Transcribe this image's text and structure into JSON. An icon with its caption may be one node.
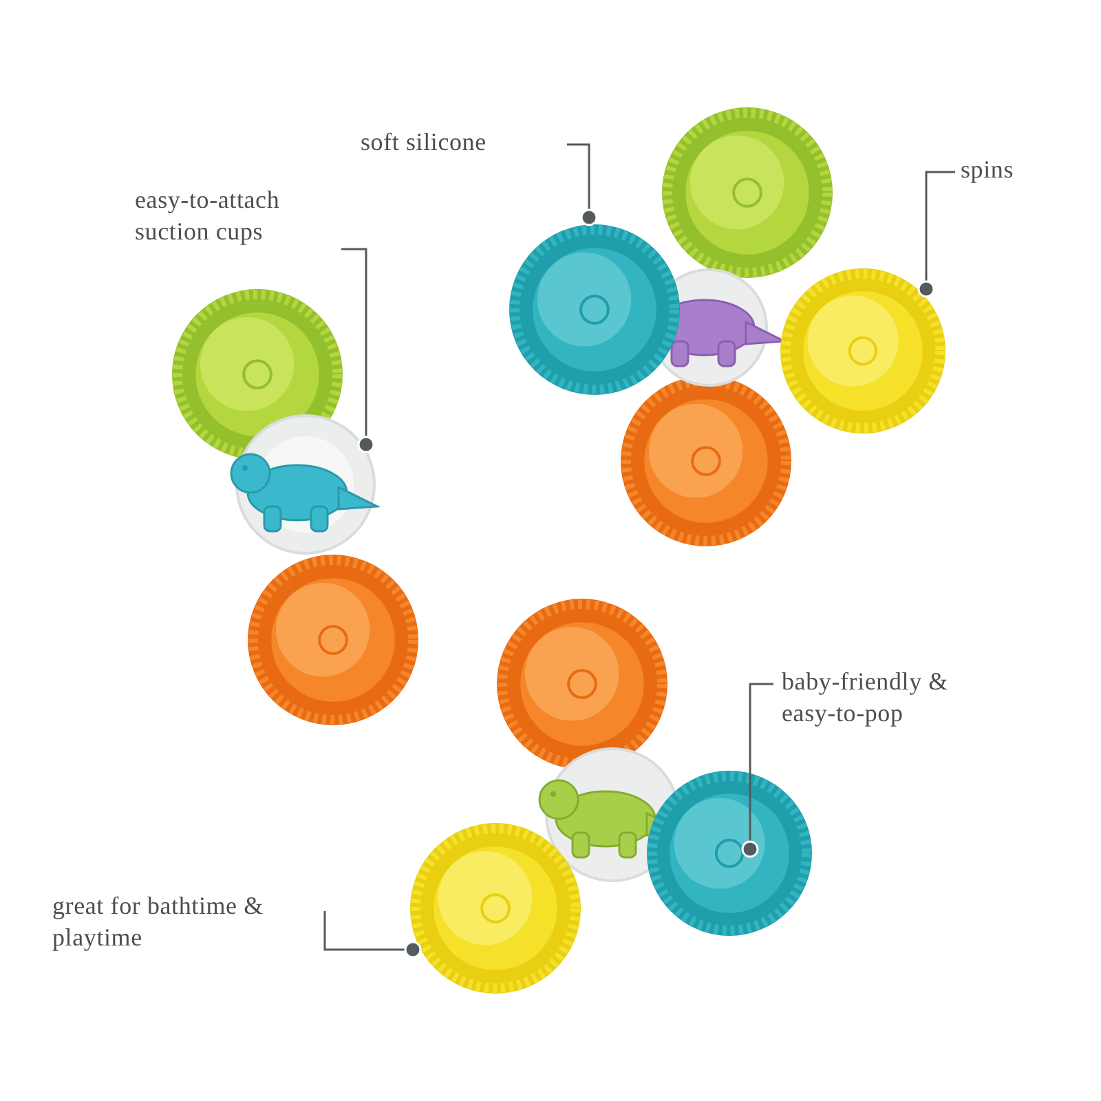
{
  "diagram": {
    "nodes": [
      {
        "text": [
          "soft silicone"
        ]
      },
      {
        "text": [
          "spins"
        ]
      },
      {
        "text": [
          "easy-to-attach suction cups"
        ]
      },
      {
        "text": [
          "baby-friendly & easy-to-pop"
        ]
      },
      {
        "text": [
          "great for bathtime & playtime"
        ]
      },
      {
        "text": [],
        "shape": "picture"
      },
      {
        "text": [],
        "shape": "picture"
      },
      {
        "text": [],
        "shape": "picture"
      },
      {
        "text": [],
        "shape": "picture"
      },
      {
        "text": [],
        "shape": "picture"
      }
    ],
    "edges": [
      {
        "from": 0,
        "to": 5,
        "arrow": "other"
      },
      {
        "from": 1,
        "to": 6,
        "arrow": "other"
      },
      {
        "from": 2,
        "to": 7,
        "arrow": "other"
      },
      {
        "from": 3,
        "to": 8,
        "arrow": "other"
      },
      {
        "from": 4,
        "to": 9,
        "arrow": "other"
      }
    ]
  }
}
